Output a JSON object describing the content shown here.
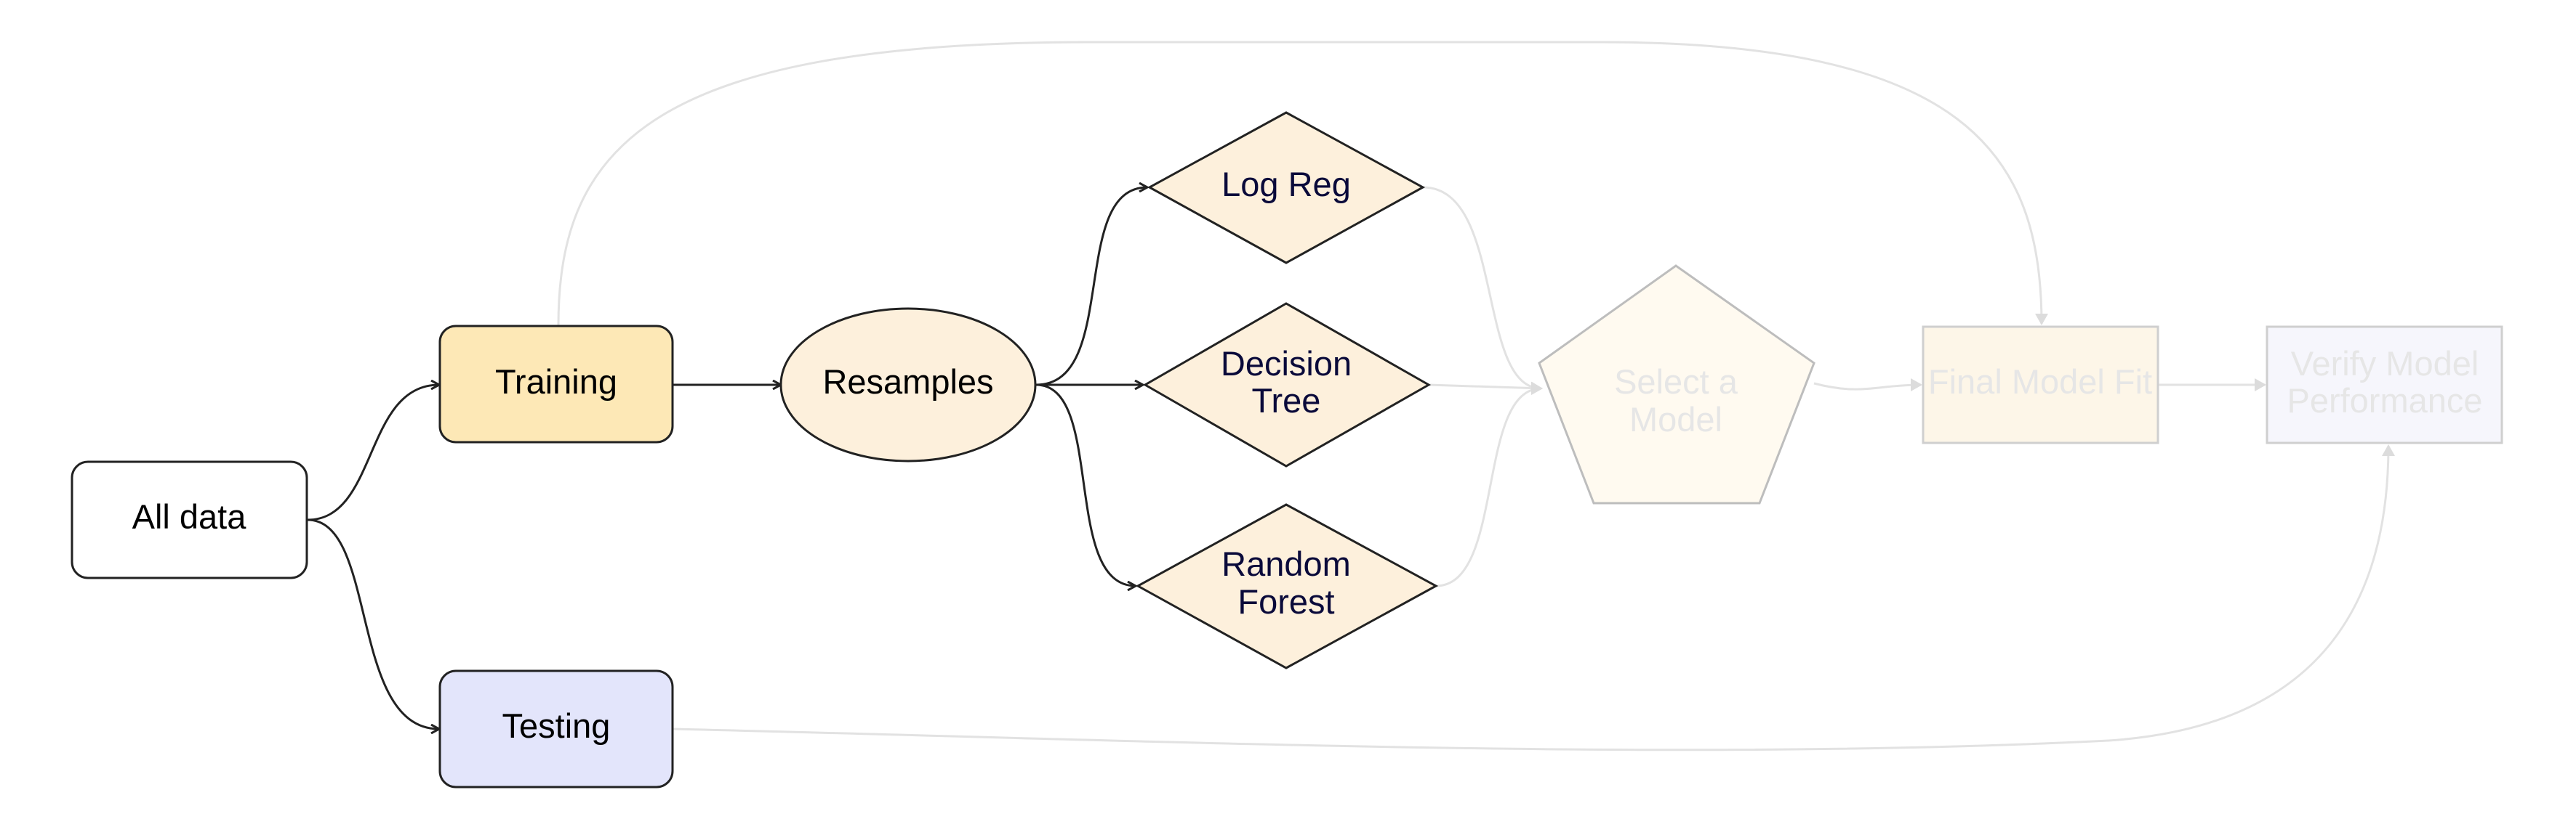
{
  "nodes": {
    "all_data": {
      "label": [
        "All data"
      ]
    },
    "training": {
      "label": [
        "Training"
      ]
    },
    "testing": {
      "label": [
        "Testing"
      ]
    },
    "resamples": {
      "label": [
        "Resamples"
      ]
    },
    "log_reg": {
      "label": [
        "Log Reg"
      ]
    },
    "decision_tree": {
      "label": [
        "Decision",
        "Tree"
      ]
    },
    "random_forest": {
      "label": [
        "Random",
        "Forest"
      ]
    },
    "select_model": {
      "label": [
        "Select a",
        "Model"
      ]
    },
    "final_fit": {
      "label": [
        "Final Model Fit"
      ]
    },
    "verify": {
      "label": [
        "Verify Model",
        "Performance"
      ]
    }
  },
  "colors": {
    "training_fill": "#fde8b6",
    "testing_fill": "#e3e5fb",
    "model_fill": "#fdf0dc",
    "faded_model_fill": "#fffaf0",
    "faded_final_fill": "#fdf6e8",
    "faded_verify_fill": "#f6f6fc",
    "active_stroke": "#222222",
    "faded_stroke": "#d9d9d9"
  }
}
